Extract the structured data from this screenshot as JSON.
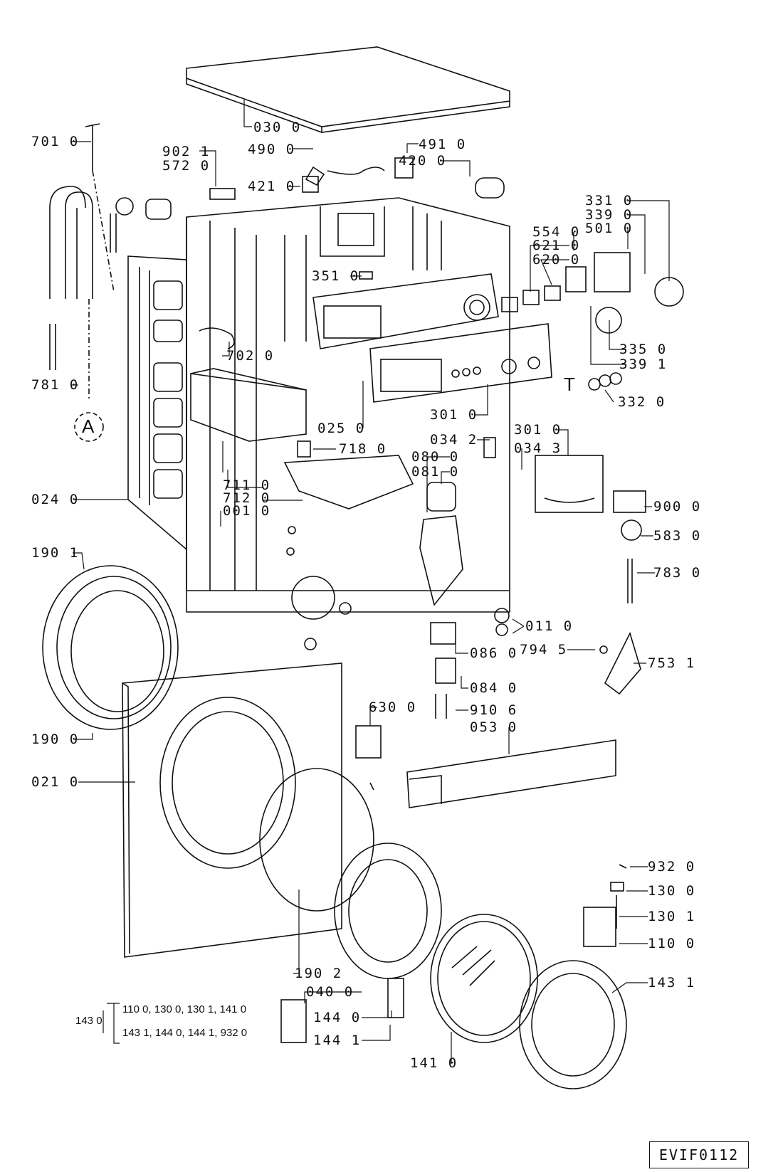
{
  "diagram": {
    "reference_code": "EVIF0112",
    "callout_markers": [
      "A",
      "T"
    ],
    "kit_note": {
      "id": "143 0",
      "line1": "110 0, 130 0, 130 1, 141 0",
      "line2": "143 1, 144 0, 144 1, 932 0"
    },
    "part_labels": [
      "030 0",
      "701 0",
      "902 1",
      "572 0",
      "490 0",
      "491 0",
      "420 0",
      "421 0",
      "331 0",
      "339 0",
      "501 0",
      "554 0",
      "621 0",
      "620 0",
      "351 0",
      "702 0",
      "335 0",
      "339 1",
      "332 0",
      "781 0",
      "025 0",
      "301 0",
      "034 2",
      "301 0",
      "034 3",
      "718 0",
      "080 0",
      "081 0",
      "711 0",
      "712 0",
      "001 0",
      "024 0",
      "900 0",
      "583 0",
      "783 0",
      "190 1",
      "011 0",
      "794 5",
      "753 1",
      "086 0",
      "084 0",
      "630 0",
      "910 6",
      "053 0",
      "190 0",
      "021 0",
      "932 0",
      "130 0",
      "130 1",
      "110 0",
      "190 2",
      "143 1",
      "040 0",
      "144 0",
      "144 1",
      "141 0"
    ]
  }
}
